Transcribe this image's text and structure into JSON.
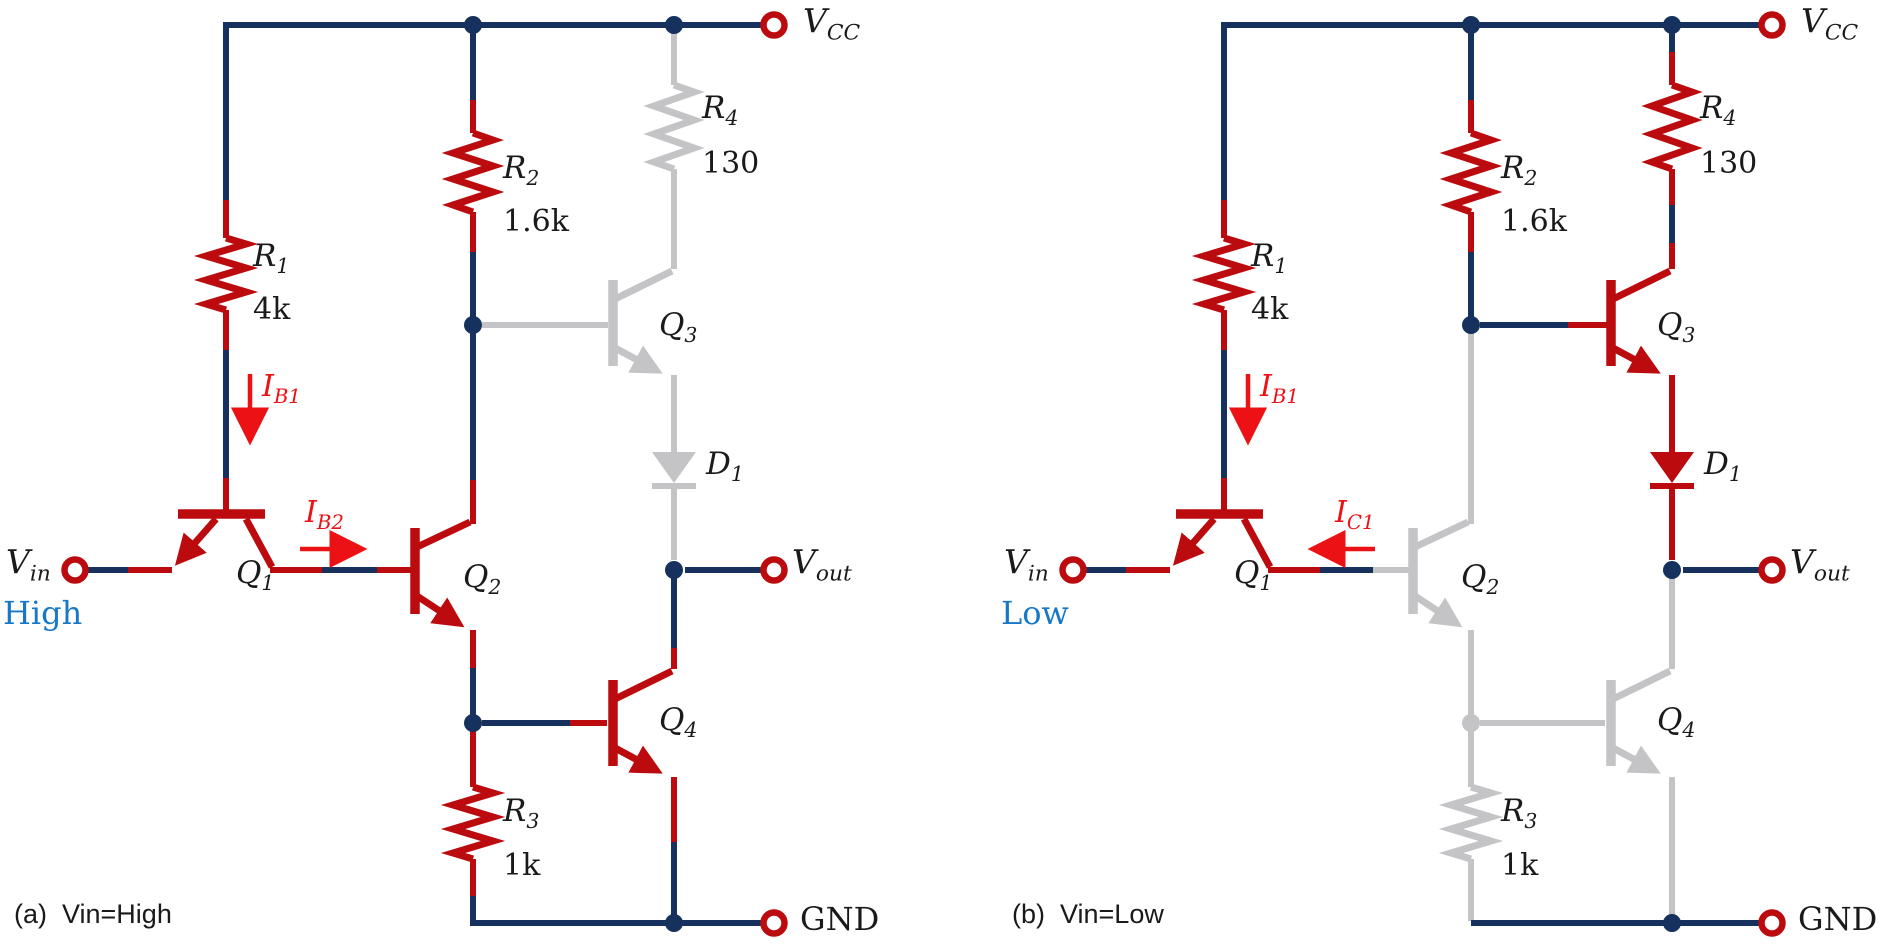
{
  "palette": {
    "navy": "#16315e",
    "red": "#bb0b0e",
    "gray": "#c4c4c6",
    "arrow_red": "#ec1115",
    "blue": "#1878c8",
    "text": "#1a1a1a"
  },
  "circuits": [
    {
      "caption": "(a)  Vin=High",
      "state": "High",
      "terminals": {
        "vcc": {
          "b": "V",
          "s": "CC"
        },
        "vin": {
          "b": "V",
          "s": "in"
        },
        "vout": {
          "b": "V",
          "s": "out"
        },
        "gnd": "GND"
      },
      "parts": {
        "r1": {
          "b": "R",
          "s": "1",
          "v": "4k"
        },
        "r2": {
          "b": "R",
          "s": "2",
          "v": "1.6k"
        },
        "r3": {
          "b": "R",
          "s": "3",
          "v": "1k"
        },
        "r4": {
          "b": "R",
          "s": "4",
          "v": "130"
        },
        "q1": {
          "b": "Q",
          "s": "1"
        },
        "q2": {
          "b": "Q",
          "s": "2"
        },
        "q3": {
          "b": "Q",
          "s": "3"
        },
        "q4": {
          "b": "Q",
          "s": "4"
        },
        "d1": {
          "b": "D",
          "s": "1"
        }
      },
      "currents": {
        "i1": {
          "b": "I",
          "s": "B1"
        },
        "i2": {
          "b": "I",
          "s": "B2"
        }
      }
    },
    {
      "caption": "(b)  Vin=Low",
      "state": "Low",
      "terminals": {
        "vcc": {
          "b": "V",
          "s": "CC"
        },
        "vin": {
          "b": "V",
          "s": "in"
        },
        "vout": {
          "b": "V",
          "s": "out"
        },
        "gnd": "GND"
      },
      "parts": {
        "r1": {
          "b": "R",
          "s": "1",
          "v": "4k"
        },
        "r2": {
          "b": "R",
          "s": "2",
          "v": "1.6k"
        },
        "r3": {
          "b": "R",
          "s": "3",
          "v": "1k"
        },
        "r4": {
          "b": "R",
          "s": "4",
          "v": "130"
        },
        "q1": {
          "b": "Q",
          "s": "1"
        },
        "q2": {
          "b": "Q",
          "s": "2"
        },
        "q3": {
          "b": "Q",
          "s": "3"
        },
        "q4": {
          "b": "Q",
          "s": "4"
        },
        "d1": {
          "b": "D",
          "s": "1"
        }
      },
      "currents": {
        "i1": {
          "b": "I",
          "s": "B1"
        },
        "i2": {
          "b": "I",
          "s": "C1"
        }
      }
    }
  ]
}
